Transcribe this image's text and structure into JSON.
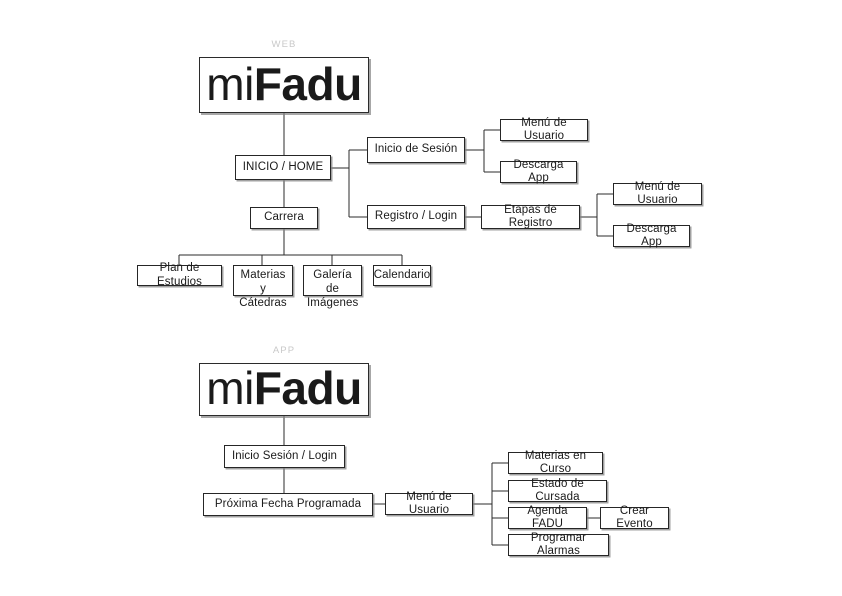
{
  "diagram": {
    "title_web": "WEB",
    "title_app": "APP",
    "logo": {
      "light": "mi",
      "bold": "Fadu"
    },
    "colors": {
      "background": "#ffffff",
      "box_border": "#262626",
      "box_fill": "#ffffff",
      "text": "#1a1a1a",
      "section_label": "#c9c9c9",
      "connector": "#2b2b2b",
      "shadow": "#828282"
    },
    "web": {
      "label": "WEB",
      "logo_light": "mi",
      "logo_bold": "Fadu",
      "nodes": {
        "home": "INICIO / HOME",
        "carrera": "Carrera",
        "inicio_sesion": "Inicio de Sesión",
        "registro_login": "Registro / Login",
        "menu_usuario_1": "Menú de Usuario",
        "descarga_app_1": "Descarga App",
        "etapas_registro": "Etapas de Registro",
        "menu_usuario_2": "Menú de Usuario",
        "descarga_app_2": "Descarga App",
        "plan_estudios": "Plan de Estudios",
        "materias_catedras_l1": "Materias y",
        "materias_catedras_l2": "Cátedras",
        "galeria_l1": "Galería de",
        "galeria_l2": "Imágenes",
        "calendario": "Calendario"
      }
    },
    "app": {
      "label": "APP",
      "logo_light": "mi",
      "logo_bold": "Fadu",
      "nodes": {
        "inicio_sesion_login": "Inicio Sesión / Login",
        "proxima_fecha": "Próxima Fecha Programada",
        "menu_usuario": "Menú de Usuario",
        "materias_curso": "Materias en Curso",
        "estado_cursada": "Estado de Cursada",
        "agenda_fadu": "Agenda FADU",
        "crear_evento": "Crear Evento",
        "programar_alarmas": "Programar Alarmas"
      }
    }
  }
}
